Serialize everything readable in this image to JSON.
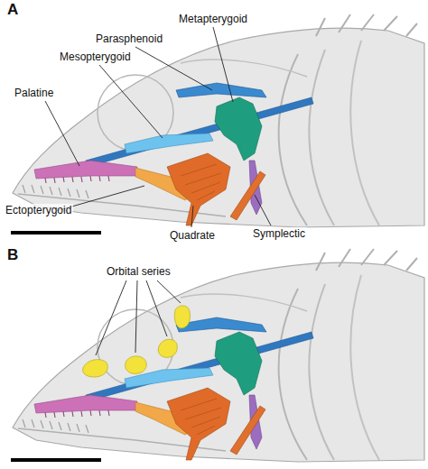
{
  "diagram": {
    "labels": [
      "A",
      "Parasphenoid",
      "Metapterygoid",
      "Mesopterygoid",
      "Palatine",
      "Ectopterygoid",
      "Quadrate",
      "Symplectic",
      "B",
      "Orbital series"
    ]
  }
}
